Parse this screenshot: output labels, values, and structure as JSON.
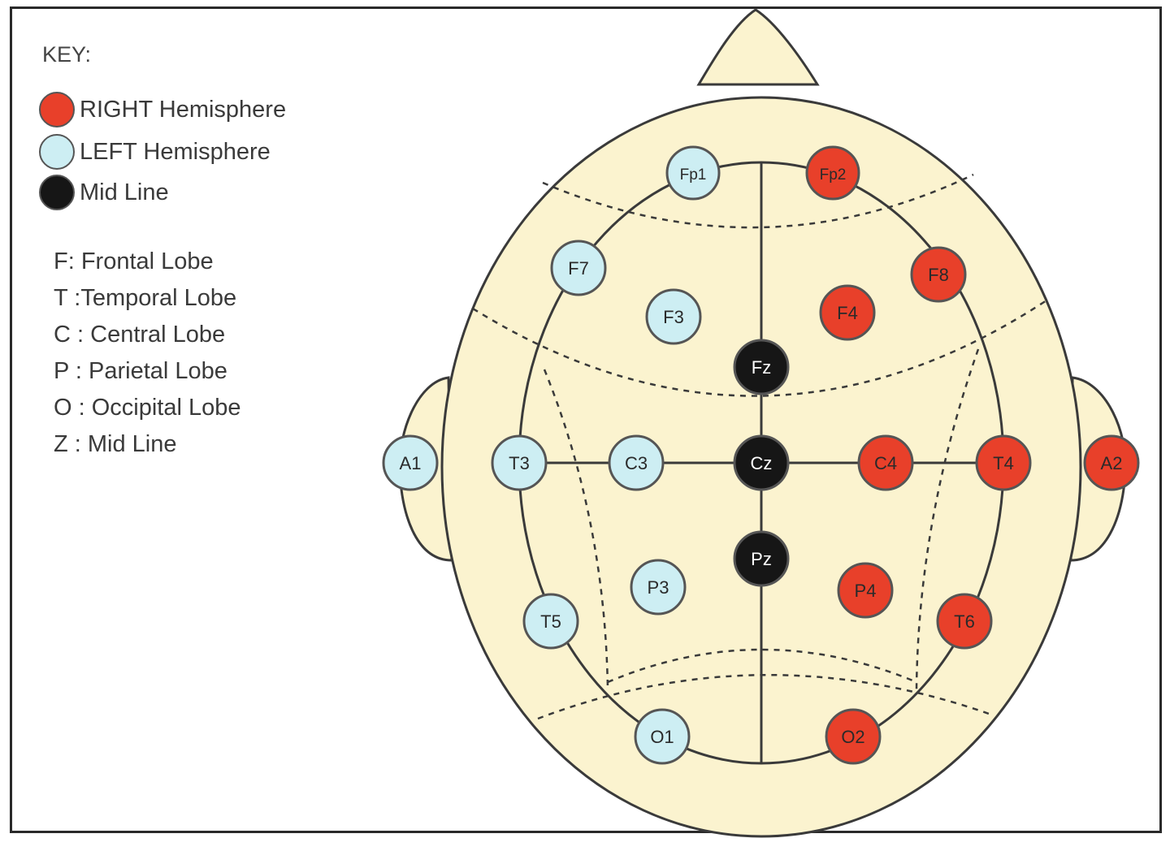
{
  "key": {
    "title": "KEY:",
    "legend": [
      {
        "label": "RIGHT Hemisphere",
        "color": "#e8402a",
        "icon": "red-circle"
      },
      {
        "label": "LEFT Hemisphere",
        "color": "#cdeef3",
        "icon": "light-blue-circle"
      },
      {
        "label": "Mid Line",
        "color": "#161616",
        "icon": "black-circle"
      }
    ],
    "abbreviations": [
      {
        "letter": "F",
        "text": ": Frontal Lobe"
      },
      {
        "letter": "T",
        "text": " :Temporal Lobe"
      },
      {
        "letter": "C",
        "text": " : Central Lobe"
      },
      {
        "letter": "P",
        "text": " : Parietal Lobe"
      },
      {
        "letter": "O",
        "text": " : Occipital Lobe"
      },
      {
        "letter": "Z",
        "text": " : Mid Line"
      }
    ]
  },
  "colors": {
    "head_fill": "#fbf3cf",
    "outline": "#3a3a3a",
    "right": "#e8402a",
    "left": "#cdeef3",
    "mid": "#161616"
  },
  "electrodes": [
    {
      "id": "Fp1",
      "group": "left"
    },
    {
      "id": "Fp2",
      "group": "right"
    },
    {
      "id": "F7",
      "group": "left"
    },
    {
      "id": "F8",
      "group": "right"
    },
    {
      "id": "F3",
      "group": "left"
    },
    {
      "id": "F4",
      "group": "right"
    },
    {
      "id": "Fz",
      "group": "mid"
    },
    {
      "id": "A1",
      "group": "left"
    },
    {
      "id": "T3",
      "group": "left"
    },
    {
      "id": "C3",
      "group": "left"
    },
    {
      "id": "Cz",
      "group": "mid"
    },
    {
      "id": "C4",
      "group": "right"
    },
    {
      "id": "T4",
      "group": "right"
    },
    {
      "id": "A2",
      "group": "right"
    },
    {
      "id": "Pz",
      "group": "mid"
    },
    {
      "id": "P3",
      "group": "left"
    },
    {
      "id": "P4",
      "group": "right"
    },
    {
      "id": "T5",
      "group": "left"
    },
    {
      "id": "T6",
      "group": "right"
    },
    {
      "id": "O1",
      "group": "left"
    },
    {
      "id": "O2",
      "group": "right"
    }
  ]
}
